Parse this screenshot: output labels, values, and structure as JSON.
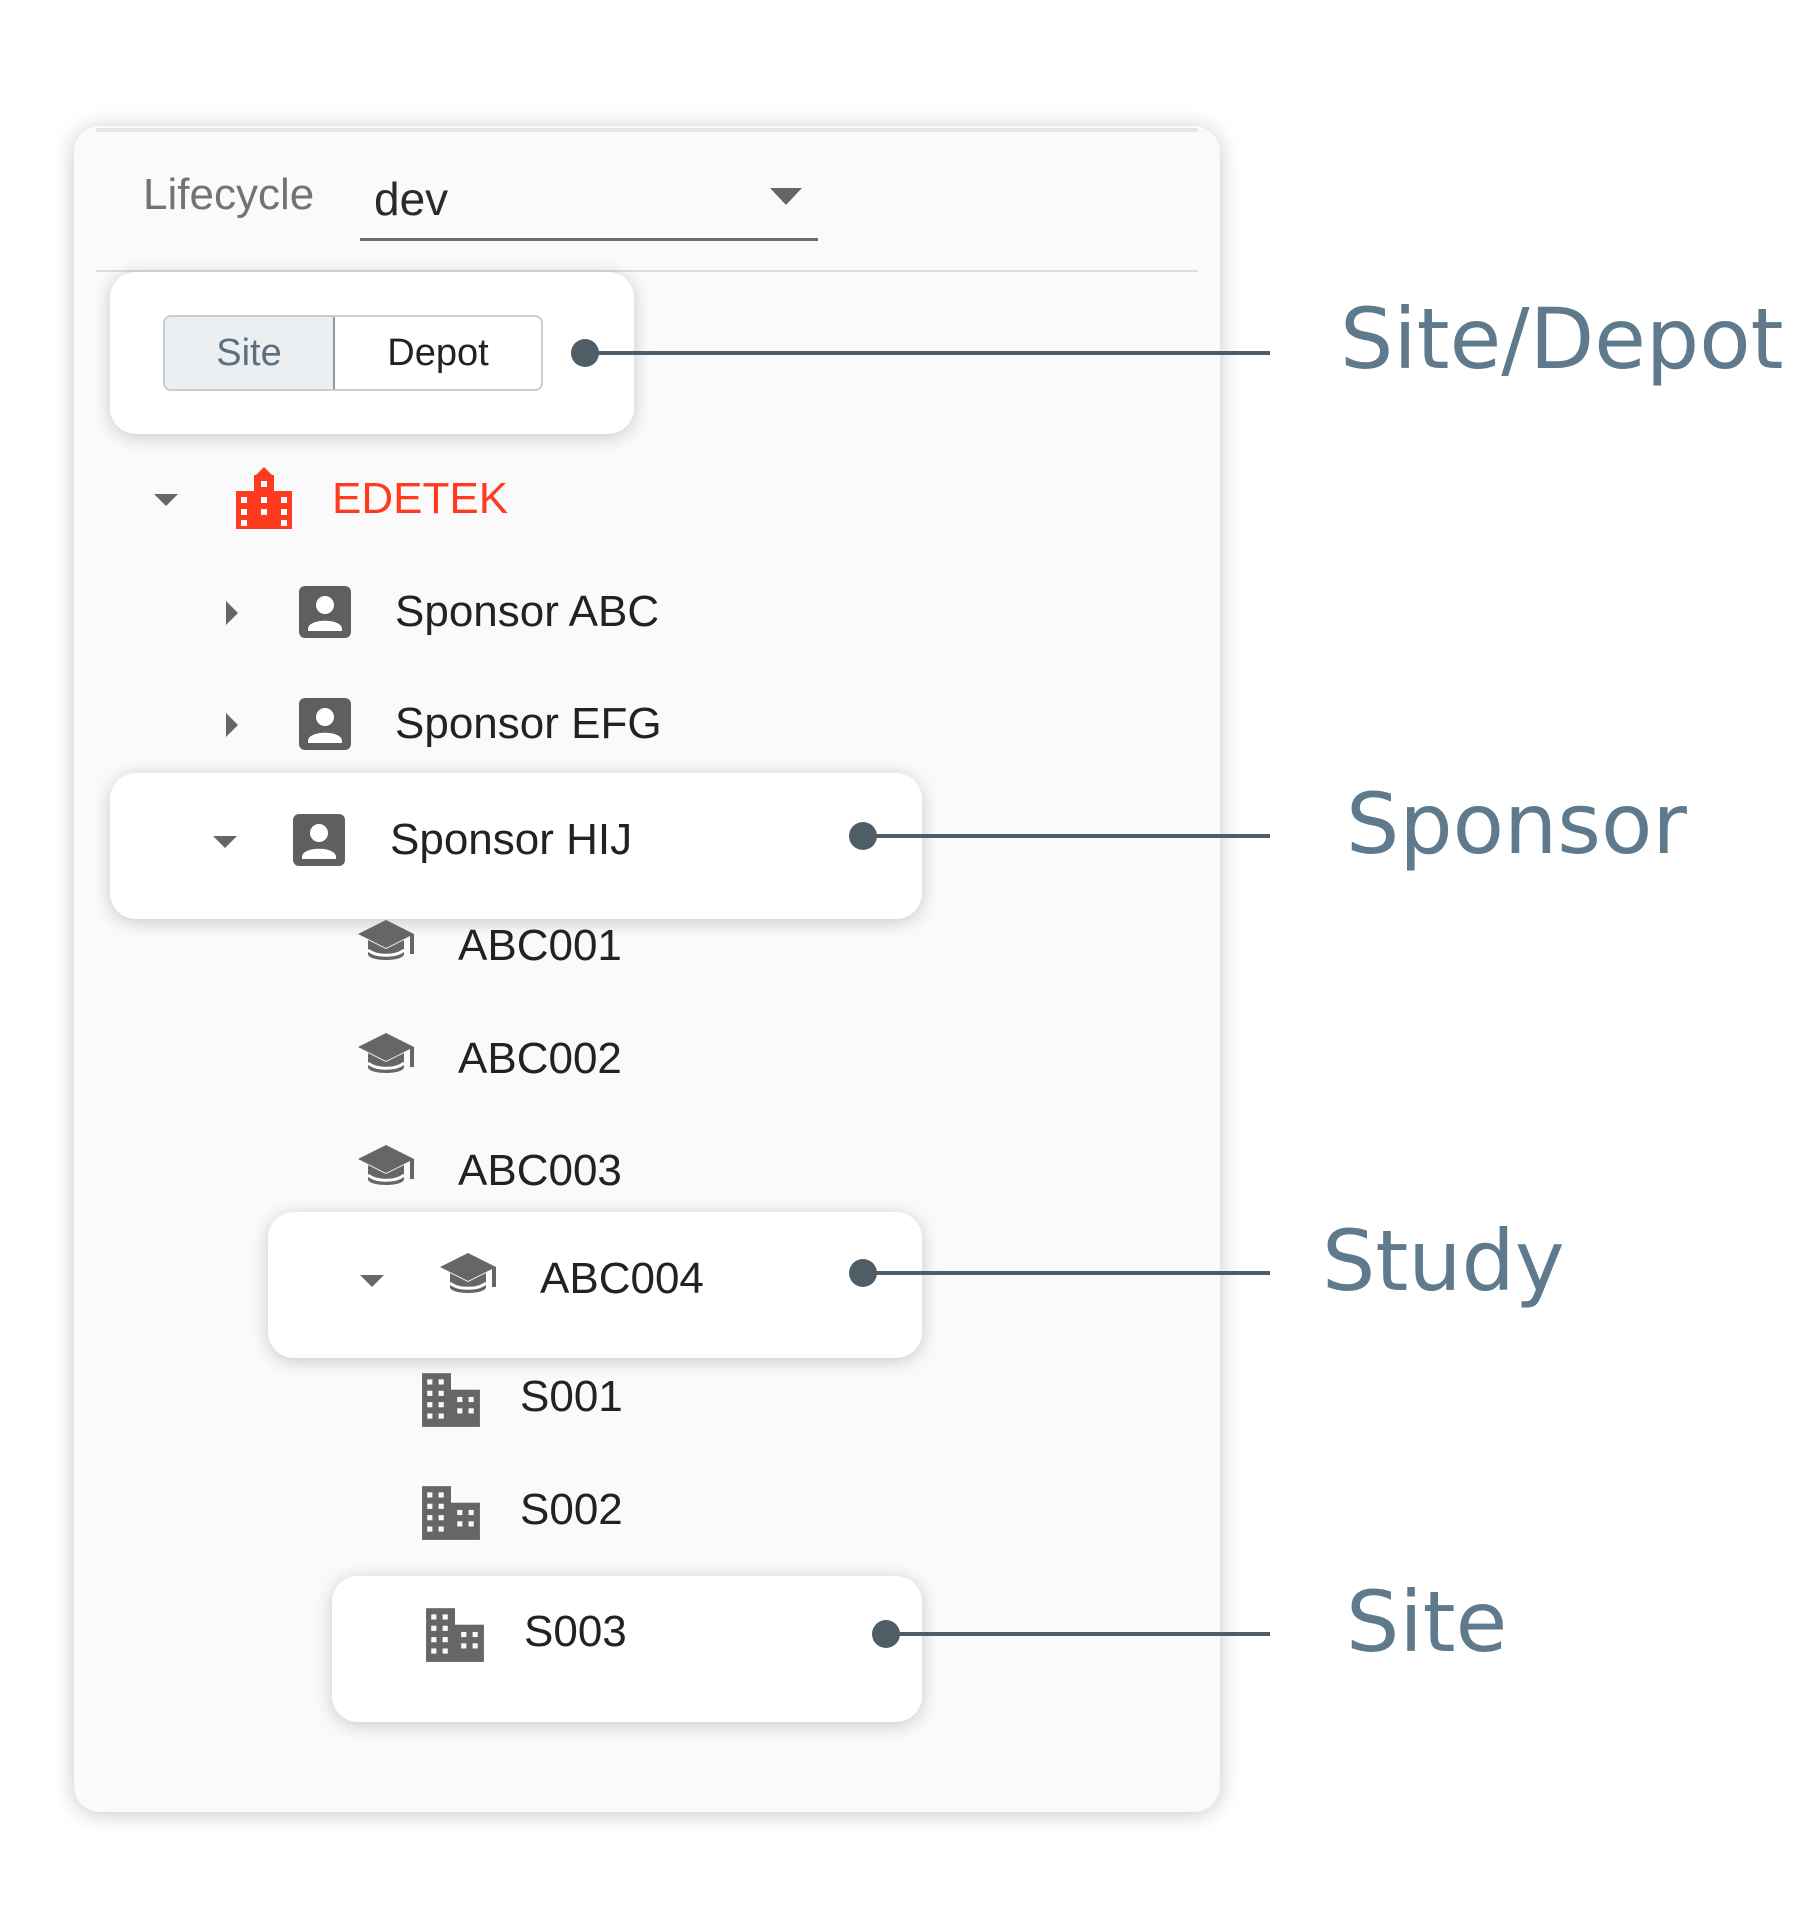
{
  "lifecycle": {
    "label": "Lifecycle",
    "value": "dev"
  },
  "toggle": {
    "site_label": "Site",
    "depot_label": "Depot",
    "selected": "Site"
  },
  "tree": {
    "root": {
      "label": "EDETEK",
      "color": "#ff3b1f"
    },
    "sponsors": [
      {
        "label": "Sponsor ABC"
      },
      {
        "label": "Sponsor EFG"
      },
      {
        "label": "Sponsor HIJ"
      }
    ],
    "studies": [
      {
        "label": "ABC001"
      },
      {
        "label": "ABC002"
      },
      {
        "label": "ABC003"
      },
      {
        "label": "ABC004"
      }
    ],
    "sites": [
      {
        "label": "S001"
      },
      {
        "label": "S002"
      },
      {
        "label": "S003"
      }
    ]
  },
  "annotations": {
    "site_depot": "Site/Depot",
    "sponsor": "Sponsor",
    "study": "Study",
    "site": "Site",
    "color": "#5e7a8c"
  },
  "icons": {
    "root": "org-building-icon",
    "sponsor": "account-box-icon",
    "study": "graduation-cap-icon",
    "site": "building-icon"
  }
}
